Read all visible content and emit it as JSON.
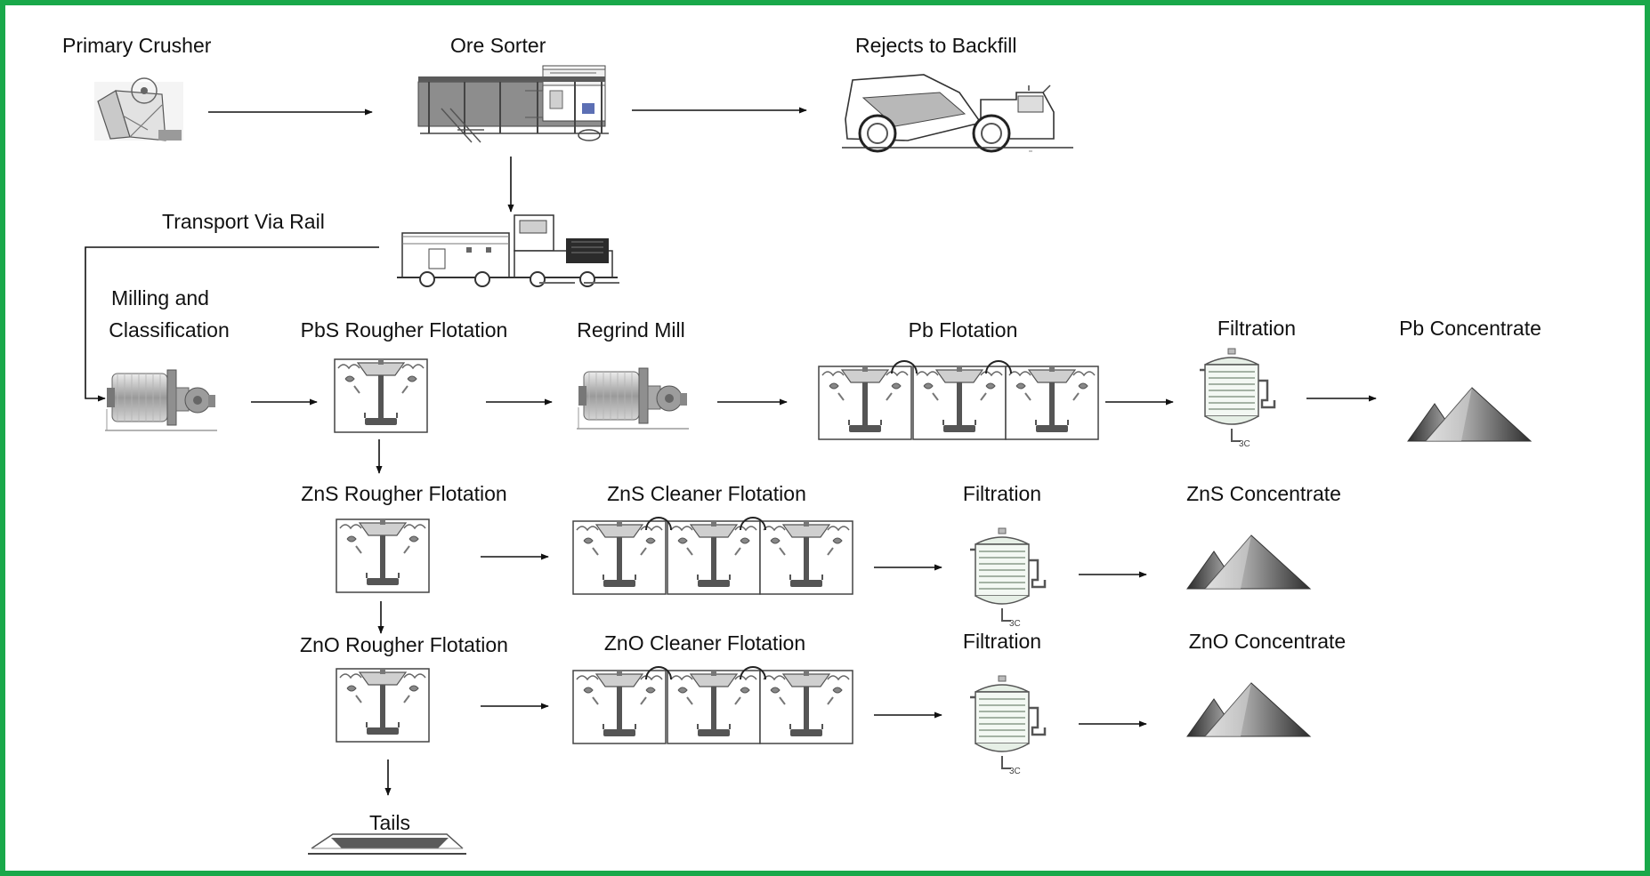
{
  "labels": {
    "primary_crusher": "Primary Crusher",
    "ore_sorter": "Ore Sorter",
    "rejects_to_backfill": "Rejects to Backfill",
    "transport_via_rail": "Transport Via Rail",
    "milling_line1": "Milling and",
    "milling_line2": "Classification",
    "pbs_rougher": "PbS Rougher  Flotation",
    "regrind_mill": "Regrind Mill",
    "pb_flotation": "Pb Flotation",
    "filtration_pb": "Filtration",
    "pb_concentrate": "Pb Concentrate",
    "zns_rougher": "ZnS Rougher  Flotation",
    "zns_cleaner": "ZnS  Cleaner Flotation",
    "filtration_zns": "Filtration",
    "zns_concentrate": "ZnS Concentrate",
    "zno_rougher": "ZnO Rougher  Flotation",
    "zno_cleaner": "ZnO Cleaner Flotation",
    "filtration_zno": "Filtration",
    "zno_concentrate": "ZnO Concentrate",
    "tails": "Tails"
  },
  "colors": {
    "frame_border": "#19a84a",
    "background": "#ffffff",
    "line": "#111111"
  },
  "icons": {
    "crusher": "jaw-crusher-icon",
    "sorter": "ore-sorter-icon",
    "truck": "dump-truck-icon",
    "train": "rail-train-icon",
    "mill": "ball-mill-icon",
    "flotation": "flotation-cell-icon",
    "filter": "filter-vessel-icon",
    "pile": "concentrate-pile-icon",
    "tails": "tailings-icon"
  }
}
